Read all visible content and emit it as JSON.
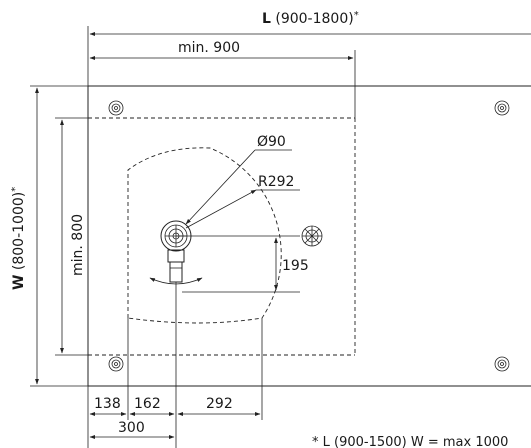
{
  "labels": {
    "length_prefix": "L",
    "length_range": " (900-1800)",
    "length_asterisk": "*",
    "min_length": "min. 900",
    "width_prefix": "W",
    "width_range": " (800-1000)",
    "width_asterisk": "*",
    "min_width": "min. 800",
    "diameter": "Ø90",
    "radius": "R292",
    "offset_y": "195",
    "dim_138": "138",
    "dim_162": "162",
    "dim_292": "292",
    "dim_300": "300",
    "footnote": "* L (900-1500) W = max 1000"
  },
  "colors": {
    "line": "#222222",
    "text": "#1a1a1a",
    "background": "#ffffff"
  },
  "icons": [
    "fixing-screw-icon",
    "rotor-fan-icon",
    "nozzle-icon",
    "rotation-arrow-icon"
  ]
}
